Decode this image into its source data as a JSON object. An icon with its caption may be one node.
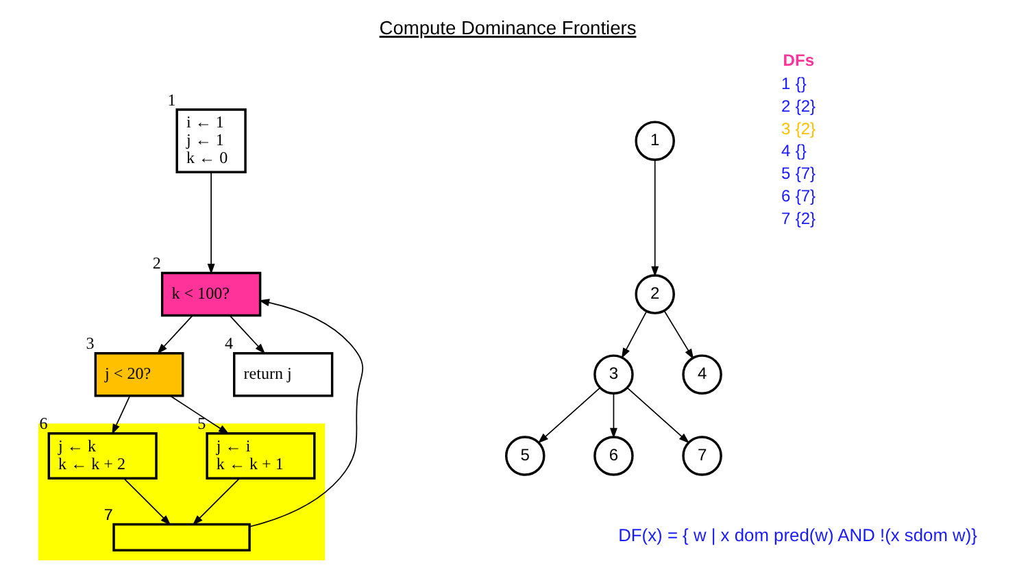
{
  "diagram": {
    "title": "Compute Dominance Frontiers",
    "nodes": [
      {
        "text": [
          "i ← 1",
          "j ← 1",
          "k ← 0"
        ],
        "beside": [
          "1"
        ]
      },
      {
        "text": [
          "k < 100?"
        ],
        "beside": [
          "2"
        ]
      },
      {
        "text": [
          "j < 20?"
        ],
        "beside": [
          "3"
        ]
      },
      {
        "text": [
          "return j"
        ],
        "beside": [
          "4"
        ]
      },
      {
        "text": [],
        "shape": "box"
      },
      {
        "text": [
          "j ← i",
          "k ← k + 1"
        ],
        "beside": [
          "5"
        ],
        "in": 4
      },
      {
        "text": [
          "j ← k",
          "k ← k + 2"
        ],
        "beside": [
          "6"
        ],
        "in": 4
      },
      {
        "text": [],
        "shape": "box",
        "beside": [
          "7"
        ],
        "in": 4
      },
      {
        "text": [
          "1"
        ]
      },
      {
        "text": [
          "2"
        ]
      },
      {
        "text": [
          "3"
        ]
      },
      {
        "text": [
          "4"
        ]
      },
      {
        "text": [
          "5"
        ]
      },
      {
        "text": [
          "6"
        ]
      },
      {
        "text": [
          "7"
        ]
      }
    ],
    "edges": [
      {
        "from": 0,
        "to": 1,
        "arrow": "to"
      },
      {
        "from": 1,
        "to": 2,
        "arrow": "to"
      },
      {
        "from": 1,
        "to": 3,
        "arrow": "to"
      },
      {
        "from": 2,
        "to": 5,
        "arrow": "to"
      },
      {
        "from": 2,
        "to": 6,
        "arrow": "to"
      },
      {
        "from": 5,
        "to": 7,
        "arrow": "to"
      },
      {
        "from": 6,
        "to": 7,
        "arrow": "to"
      },
      {
        "from": 7,
        "to": 1,
        "arrow": "to"
      },
      {
        "from": 8,
        "to": 9,
        "arrow": "to"
      },
      {
        "from": 9,
        "to": 10,
        "arrow": "to"
      },
      {
        "from": 9,
        "to": 11,
        "arrow": "to"
      },
      {
        "from": 10,
        "to": 12,
        "arrow": "to"
      },
      {
        "from": 10,
        "to": 13,
        "arrow": "to"
      },
      {
        "from": 10,
        "to": 14,
        "arrow": "to"
      }
    ],
    "labels": [
      "DFs",
      "1",
      "{}",
      "2",
      "{2}",
      "3",
      "{2}",
      "4",
      "{}",
      "5",
      "{7}",
      "6",
      "{7}",
      "7",
      "{2}",
      "DF(x) = { w | x dom pred(w) AND !(x sdom w)}"
    ]
  }
}
